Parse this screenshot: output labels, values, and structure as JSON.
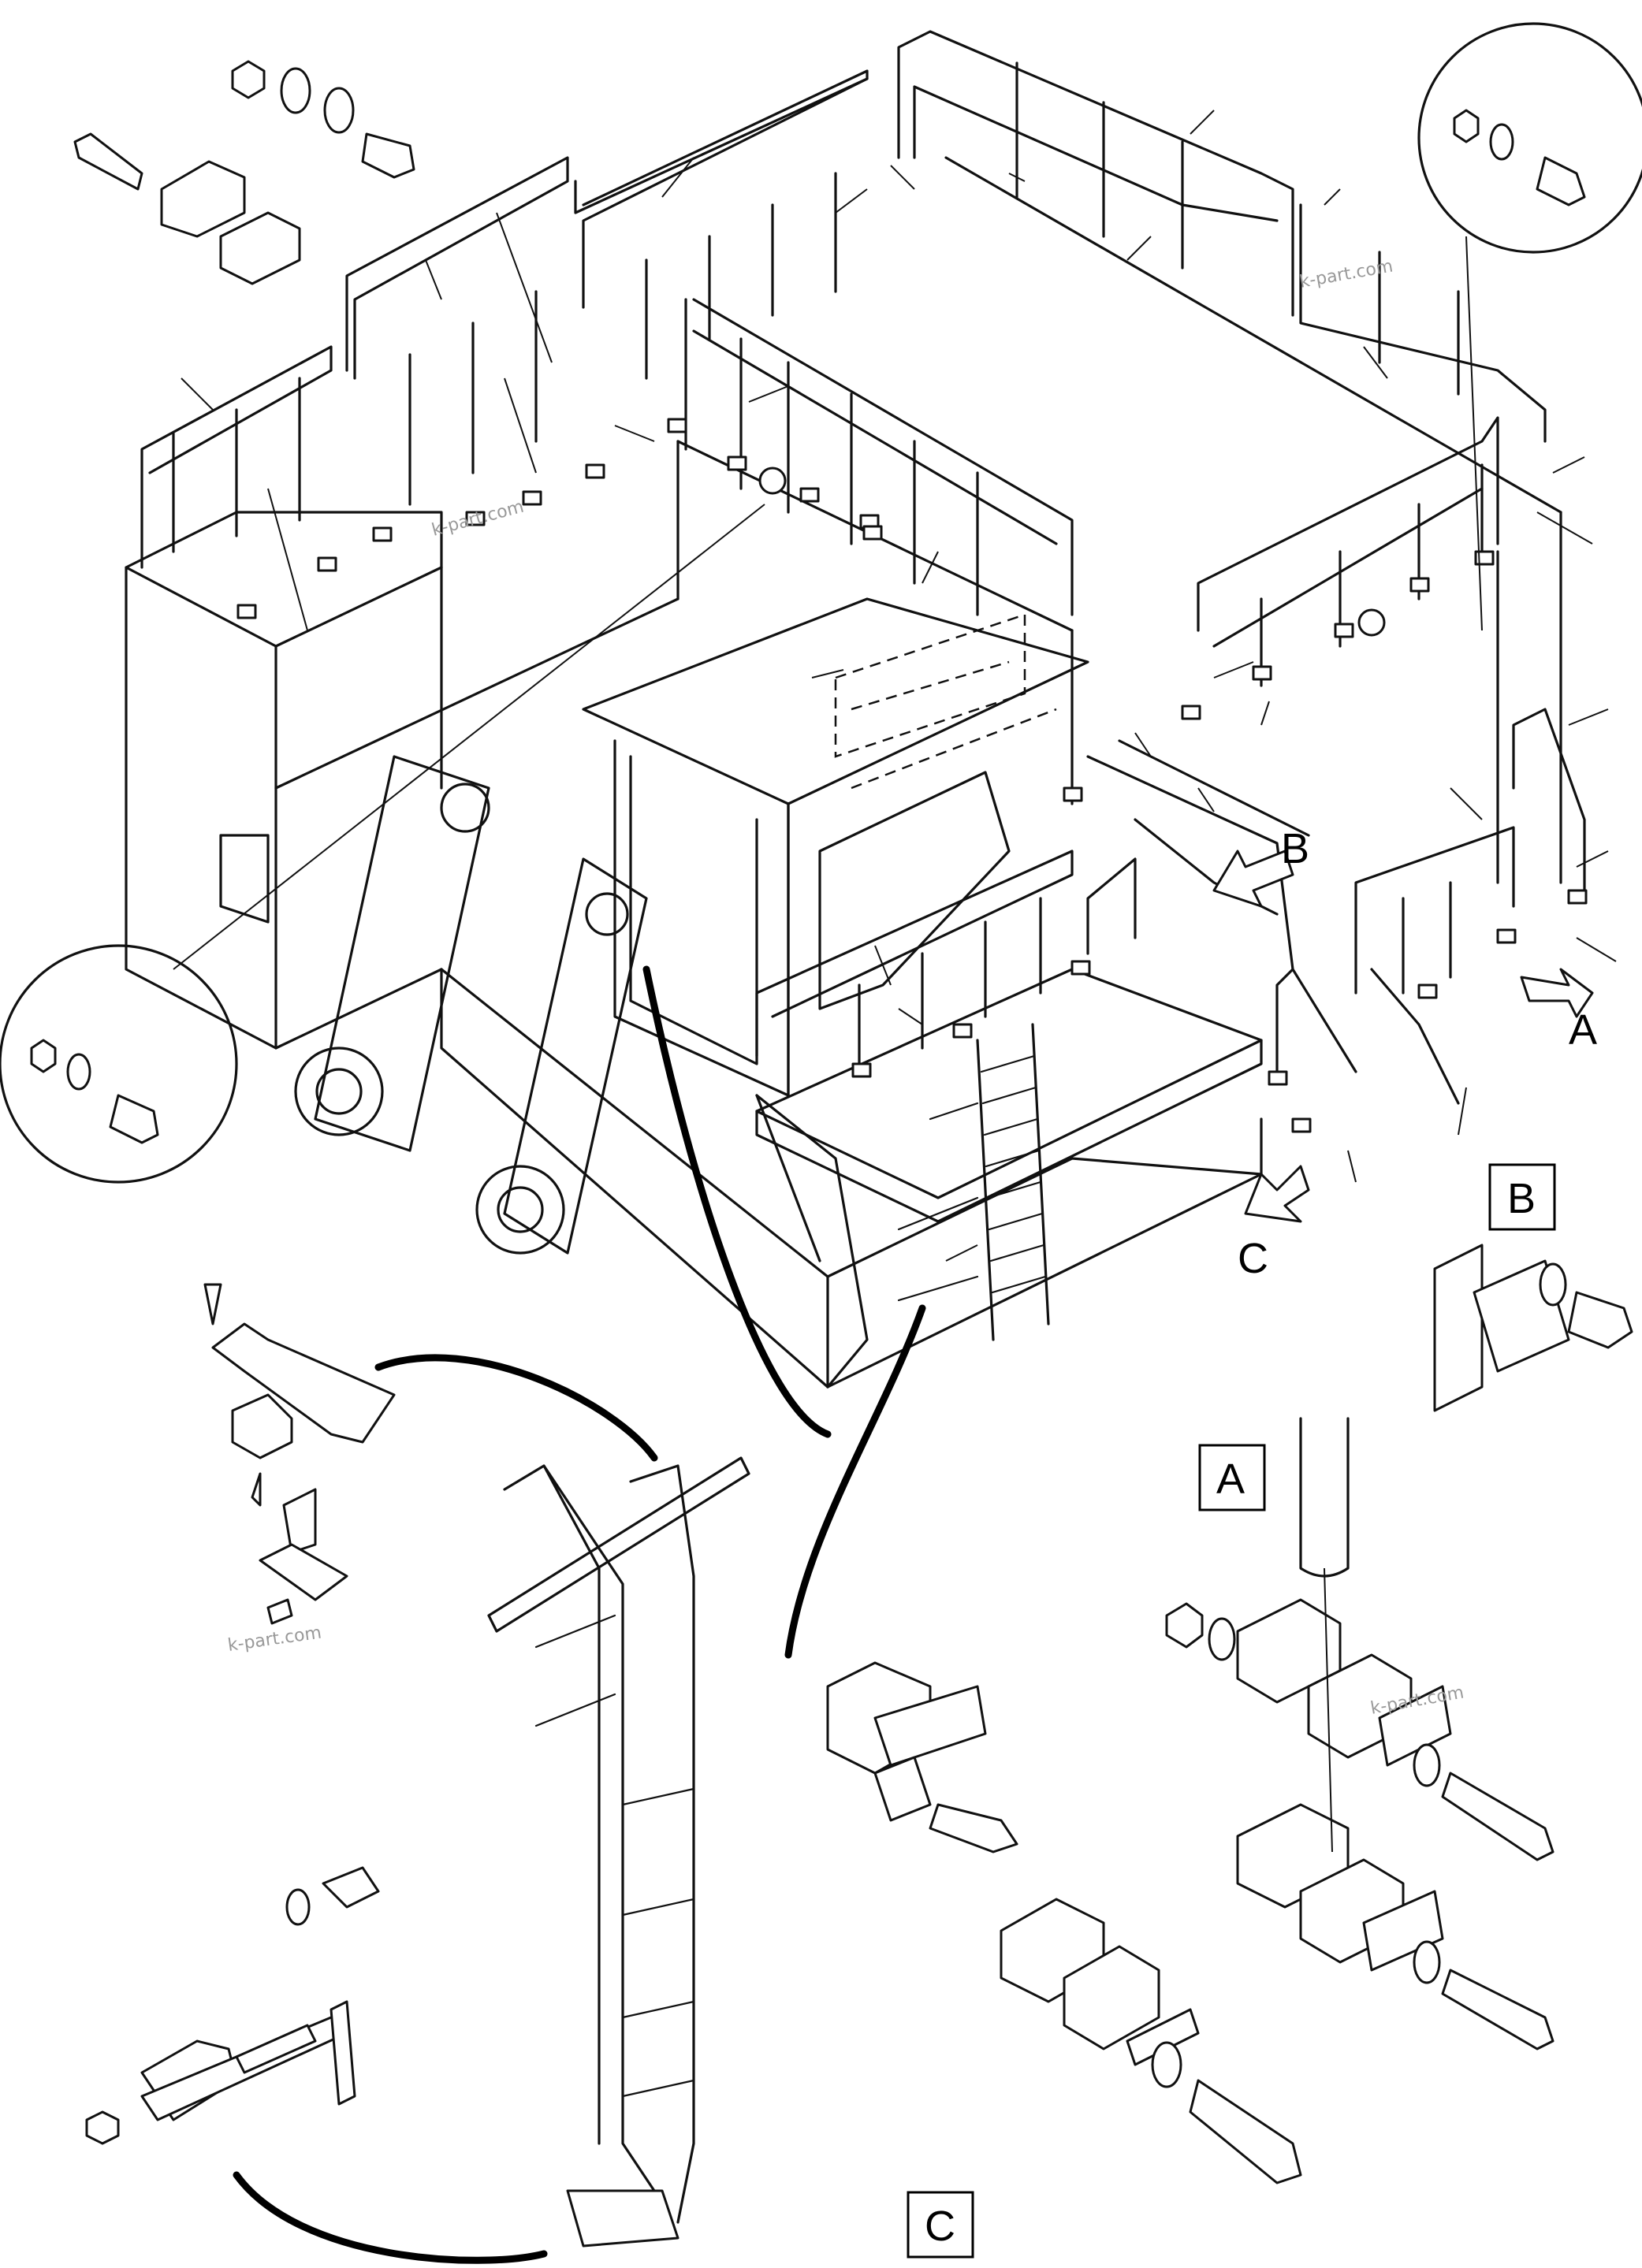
{
  "callouts": {
    "A": "A",
    "B": "B",
    "C": "C"
  },
  "views": {
    "A": "A",
    "B": "B",
    "C": "C"
  },
  "watermarks": [
    "k-part.com",
    "k-part.com",
    "k-part.com",
    "k-part.com"
  ]
}
